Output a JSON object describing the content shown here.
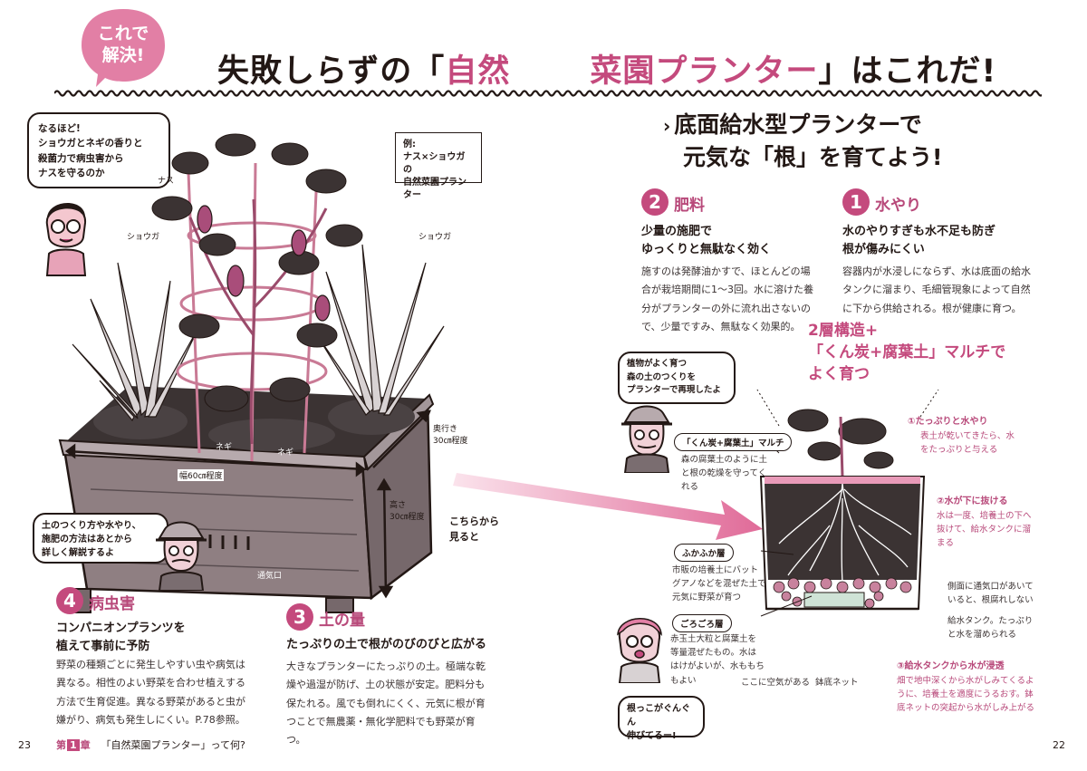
{
  "badge": {
    "line1": "これで",
    "line2": "解決!"
  },
  "title": {
    "part1": "失敗しらずの「",
    "pink1": "自然",
    "pink2": "菜園プランター",
    "part2": "」はこれだ!"
  },
  "left": {
    "speech_top": "なるほど!\nショウガとネギの香りと\n殺菌力で病虫害から\nナスを守るのか",
    "example_note": "例:\nナス×ショウガの\n自然菜園プランター",
    "labels": {
      "nasu": "ナス",
      "shouga_left": "ショウガ",
      "shouga_right": "ショウガ",
      "negi1": "ネギ",
      "negi2": "ネギ",
      "width": "幅60㎝程度",
      "depth": "奥行き\n30㎝程度",
      "height": "高さ\n30㎝程度",
      "vent": "通気口",
      "look": "こちらから\n見ると"
    },
    "speech_mid": "土のつくり方や水やり、\n施肥の方法はあとから\n詳しく解説するよ",
    "sec4": {
      "num": "4",
      "heading": "病虫害",
      "sub": "コンパニオンプランツを\n植えて事前に予防",
      "body": "野菜の種類ごとに発生しやすい虫や病気は異なる。相性のよい野菜を合わせ植えする方法で生育促進。異なる野菜があると虫が嫌がり、病気も発生しにくい。P.78参照。"
    },
    "sec3": {
      "num": "3",
      "heading": "土の量",
      "sub": "たっぷりの土で根がのびのびと広がる",
      "body": "大きなプランターにたっぷりの土。極端な乾燥や過湿が防げ、土の状態が安定。肥料分も保たれる。風でも倒れにくく、元気に根が育つことで無農薬・無化学肥料でも野菜が育つ。"
    },
    "footer": {
      "page": "23",
      "chapter_pre": "第",
      "chapter_num": "1",
      "chapter_post": "章",
      "chapter_title": "「自然菜園プランター」って何?"
    }
  },
  "right": {
    "heading1": "底面給水型プランターで",
    "heading2": "元気な「根」を育てよう!",
    "sec2": {
      "num": "2",
      "heading": "肥料",
      "sub": "少量の施肥で\nゆっくりと無駄なく効く",
      "body": "施すのは発酵油かすで、ほとんどの場合が栽培期間に1〜3回。水に溶けた養分がプランターの外に流れ出さないので、少量ですみ、無駄なく効果的。"
    },
    "sec1": {
      "num": "1",
      "heading": "水やり",
      "sub": "水のやりすぎも水不足も防ぎ\n根が傷みにくい",
      "body": "容器内が水浸しにならず、水は底面の給水タンクに溜まり、毛細管現象によって自然に下から供給される。根が健康に育つ。"
    },
    "twolayer": {
      "line1": "2層構造+",
      "line2": "「くん炭+腐葉土」マルチで",
      "line3": "よく育つ"
    },
    "speech_forest": "植物がよく育つ\n森の土のつくりを\nプランターで再現したよ",
    "mulch": {
      "tag": "「くん炭+腐葉土」マルチ",
      "text": "森の腐葉土のように土と根の乾燥を守ってくれる"
    },
    "fluffy": {
      "tag": "ふかふか層",
      "text": "市販の培養土にバットグアノなどを混ぜた土で元気に野菜が育つ"
    },
    "rough": {
      "tag": "ごろごろ層",
      "text": "赤玉土大粒と腐葉土を等量混ぜたもの。水ははけがよいが、水ももちもよい"
    },
    "ann1": {
      "title": "①たっぷりと水やり",
      "text": "表土が乾いてきたら、水をたっぷりと与える"
    },
    "ann2": {
      "title": "②水が下に抜ける",
      "text": "水は一度、培養土の下へ抜けて、給水タンクに溜まる"
    },
    "ann_vent": "側面に通気口があいていると、根腐れしない",
    "ann_tank": "給水タンク。たっぷりと水を溜められる",
    "ann3": {
      "title": "③給水タンクから水が浸透",
      "text": "畑で地中深くから水がしみてくるように、培養土を適度にうるおす。鉢底ネットの突起から水がしみ上がる"
    },
    "air": "ここに空気がある",
    "net": "鉢底ネット",
    "speech_roots": "根っこがぐんぐん\n伸びてるー!",
    "footer": {
      "page": "22"
    }
  },
  "colors": {
    "pink": "#b8497a",
    "accent": "#d24d86",
    "dark": "#231815",
    "planter": "#8f7f82"
  }
}
